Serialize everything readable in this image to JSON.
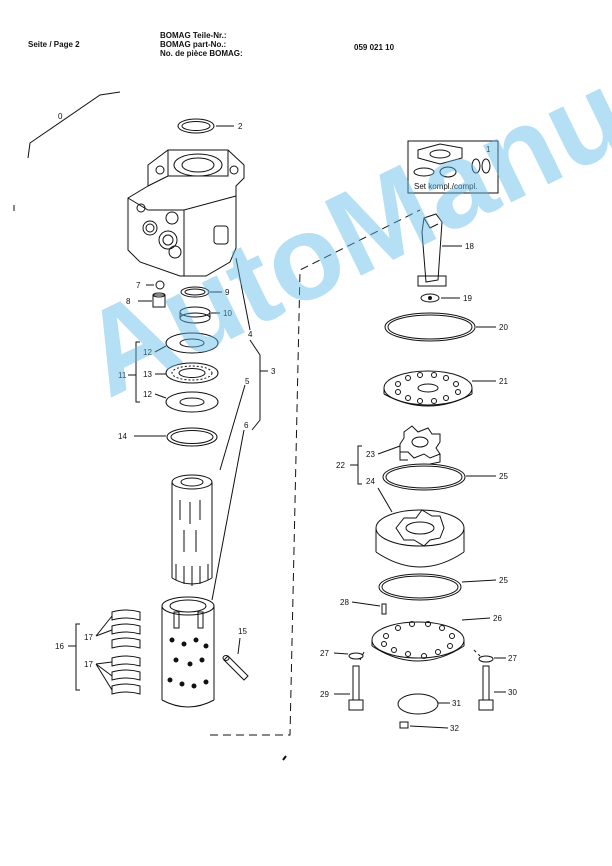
{
  "header": {
    "page": "Seite / Page 2",
    "part_line1": "BOMAG Teile-Nr.:",
    "part_line2": "BOMAG part-No.:",
    "part_line3": "No. de pièce BOMAG:",
    "part_number": "059 021 10"
  },
  "watermark": "AutoManual",
  "watermark_color": "#5ab9e6",
  "set_box": {
    "label": "Set kompl./compl.",
    "number": "1"
  },
  "callouts": {
    "c0": "0",
    "c1": "1",
    "c2": "2",
    "c3": "3",
    "c4": "4",
    "c5": "5",
    "c6": "6",
    "c7": "7",
    "c8": "8",
    "c9": "9",
    "c10": "10",
    "c11": "11",
    "c12a": "12",
    "c12b": "12",
    "c13": "13",
    "c14": "14",
    "c15": "15",
    "c16": "16",
    "c17a": "17",
    "c17b": "17",
    "c18": "18",
    "c19": "19",
    "c20": "20",
    "c21": "21",
    "c22": "22",
    "c23": "23",
    "c24": "24",
    "c25a": "25",
    "c25b": "25",
    "c26": "26",
    "c27a": "27",
    "c27b": "27",
    "c28": "28",
    "c29": "29",
    "c30": "30",
    "c31": "31",
    "c32": "32"
  }
}
